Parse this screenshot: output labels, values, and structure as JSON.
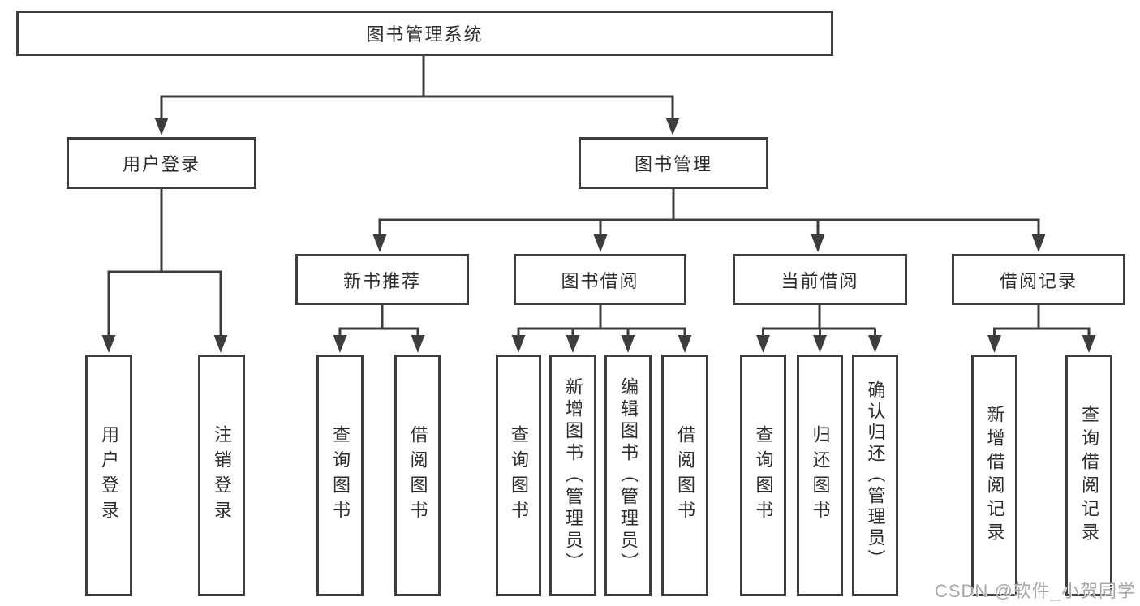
{
  "tree": {
    "label": "图书管理系统",
    "children": [
      {
        "label": "用户登录",
        "children": [
          {
            "label": "用户登录"
          },
          {
            "label": "注销登录"
          }
        ]
      },
      {
        "label": "图书管理",
        "children": [
          {
            "label": "新书推荐",
            "children": [
              {
                "label": "查询图书"
              },
              {
                "label": "借阅图书"
              }
            ]
          },
          {
            "label": "图书借阅",
            "children": [
              {
                "label": "查询图书"
              },
              {
                "label": "新增图书（管理员）"
              },
              {
                "label": "编辑图书（管理员）"
              },
              {
                "label": "借阅图书"
              }
            ]
          },
          {
            "label": "当前借阅",
            "children": [
              {
                "label": "查询图书"
              },
              {
                "label": "归还图书"
              },
              {
                "label": "确认归还（管理员）"
              }
            ]
          },
          {
            "label": "借阅记录",
            "children": [
              {
                "label": "新增借阅记录"
              },
              {
                "label": "查询借阅记录"
              }
            ]
          }
        ]
      }
    ]
  },
  "watermark": {
    "text": "CSDN @软件_小贺同学"
  },
  "colors": {
    "line": "#3d3d3d",
    "box_border": "#3d3d3d",
    "text": "#2d2d2d",
    "watermark": "#a7a7a7",
    "background": "#ffffff"
  }
}
